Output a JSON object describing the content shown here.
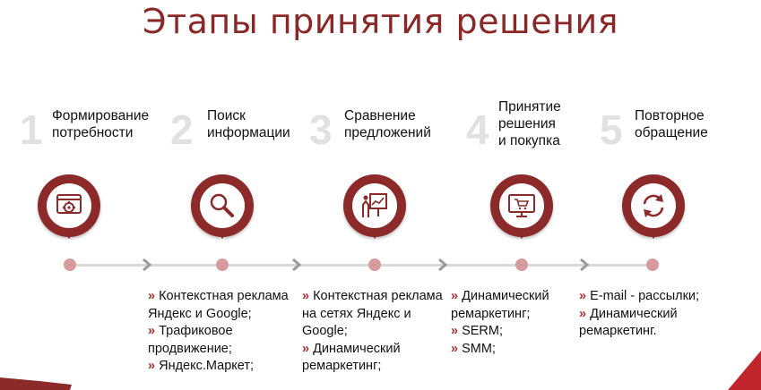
{
  "title": "Этапы принятия решения",
  "accent": "#8c2a2a",
  "stages": [
    {
      "num": "1",
      "label": "Формирование\nпотребности",
      "icon": "gear-screen-icon",
      "bullets": [
        "Контекстная реклама Яндекс и Google;",
        "Трафиковое продвижение;",
        "Яндекс.Маркет;"
      ]
    },
    {
      "num": "2",
      "label": "Поиск\nинформации",
      "icon": "magnifier-icon",
      "bullets": [
        "Контекстная реклама на сетях Яндекс и Google;",
        "Динамический ремаркетинг;"
      ]
    },
    {
      "num": "3",
      "label": "Сравнение\nпредложений",
      "icon": "presentation-icon",
      "bullets": [
        "Динамический ремаркетинг;",
        "SERM;",
        "SMM;"
      ]
    },
    {
      "num": "4",
      "label": "Принятие\nрешения\nи покупка",
      "icon": "shopping-cart-monitor-icon",
      "bullets": [
        "E-mail - рассылки;",
        "Динамический ремаркетинг."
      ]
    },
    {
      "num": "5",
      "label": "Повторное\nобращение",
      "icon": "refresh-icon",
      "bullets": []
    }
  ]
}
